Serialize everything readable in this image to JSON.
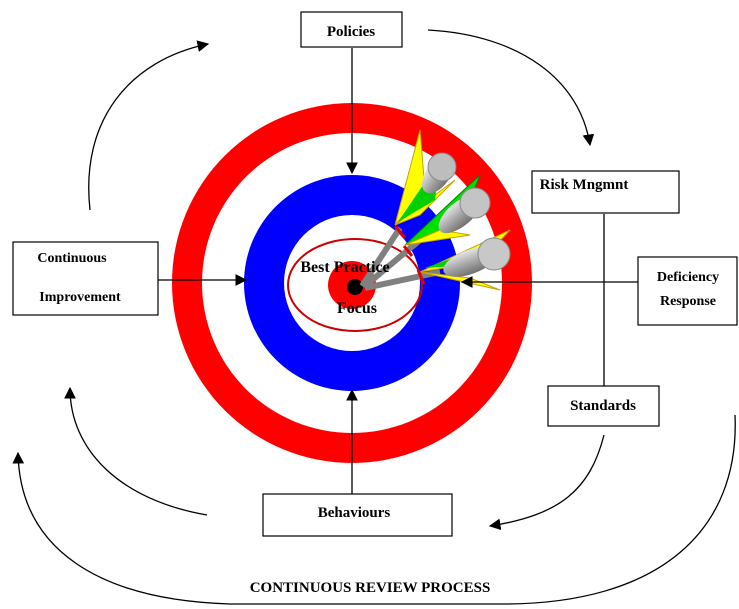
{
  "labels": {
    "policies": "Policies",
    "risk": "Risk Mngmnt",
    "deficiency_1": "Deficiency",
    "deficiency_2": "Response",
    "standards": "Standards",
    "behaviours": "Behaviours",
    "continuous_1": "Continuous",
    "continuous_2": "Improvement",
    "center_1": "Best Practice",
    "center_2": "Focus",
    "footer": "CONTINUOUS REVIEW PROCESS"
  },
  "colors": {
    "outer_ring": "#ff0000",
    "middle_ring": "#0000ff",
    "bullseye": "#ff0000",
    "focus_ellipse": "#cc0000",
    "dart_flight_1": "#ffff00",
    "dart_flight_2": "#00cc00",
    "dart_barrel": "#a0a0a0"
  },
  "icons": {
    "target": "bullseye-target-icon",
    "darts": "dart-icon"
  }
}
